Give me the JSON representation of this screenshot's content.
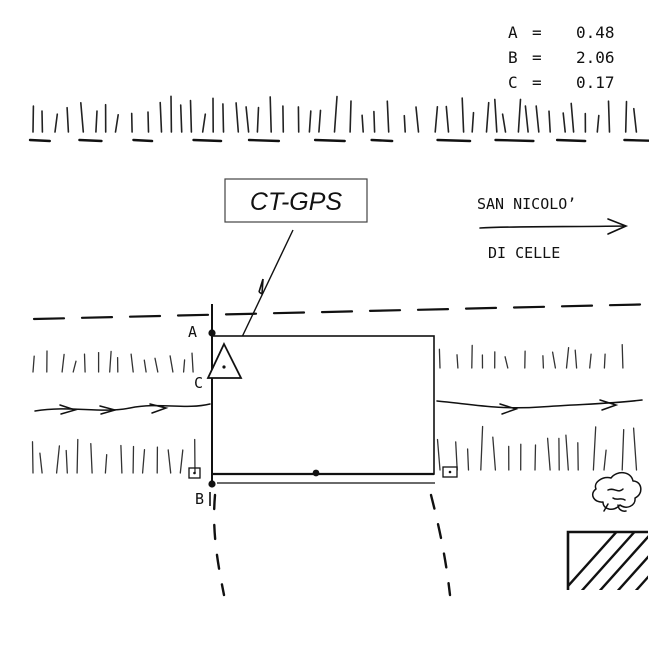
{
  "measurements": [
    {
      "key": "A",
      "eq": "=",
      "value": "0.48"
    },
    {
      "key": "B",
      "eq": "=",
      "value": "2.06"
    },
    {
      "key": "C",
      "eq": "=",
      "value": "0.17"
    }
  ],
  "station_label": "CT-GPS",
  "direction": {
    "line1": "SAN NICOLO’",
    "line2": "DI CELLE"
  },
  "points": {
    "a": "A",
    "b": "B",
    "c": "C"
  }
}
